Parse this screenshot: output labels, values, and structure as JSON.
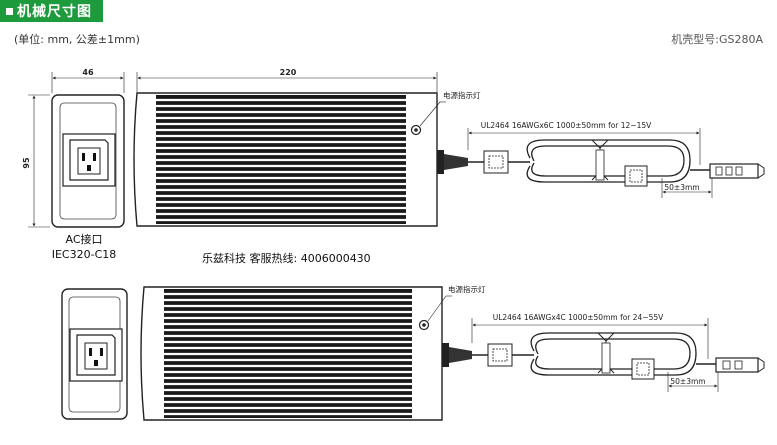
{
  "header": {
    "title": "机械尺寸图"
  },
  "unit_note": "(单位: mm, 公差±1mm)",
  "model_label": "机壳型号:GS280A",
  "top_drawing": {
    "dim_width": "46",
    "dim_length": "220",
    "dim_height": "95",
    "led_label": "电源指示灯",
    "cable_spec": "UL2464 16AWGx6C 1000±50mm for 12~15V",
    "end_dim": "50±3mm"
  },
  "bottom_drawing": {
    "led_label": "电源指示灯",
    "cable_spec": "UL2464 16AWGx4C 1000±50mm for 24~55V",
    "end_dim": "50±3mm"
  },
  "ac_label": {
    "line1": "AC接口",
    "line2": "IEC320-C18"
  },
  "service_line": "乐兹科技 客服热线: 4006000430",
  "colors": {
    "header_bg": "#1d9a3c",
    "body_fill": "#1a1a1a"
  }
}
